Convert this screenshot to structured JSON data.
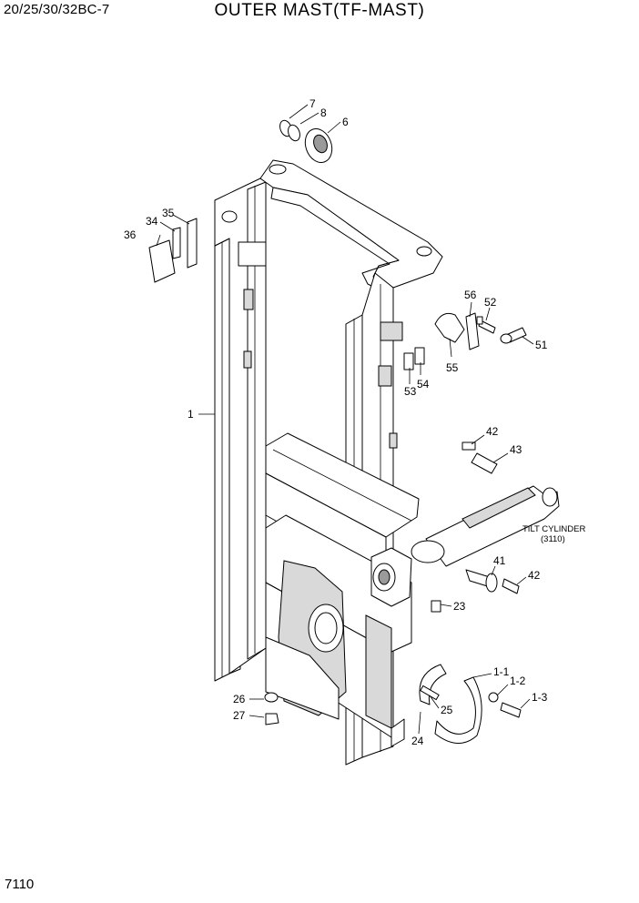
{
  "header": {
    "model": "20/25/30/32BC-7",
    "title": "OUTER MAST(TF-MAST)"
  },
  "footer": {
    "page_number": "7110"
  },
  "callouts": [
    {
      "id": "c1",
      "label": "1"
    },
    {
      "id": "c6",
      "label": "6"
    },
    {
      "id": "c7",
      "label": "7"
    },
    {
      "id": "c8",
      "label": "8"
    },
    {
      "id": "c23",
      "label": "23"
    },
    {
      "id": "c24",
      "label": "24"
    },
    {
      "id": "c25",
      "label": "25"
    },
    {
      "id": "c26",
      "label": "26"
    },
    {
      "id": "c27",
      "label": "27"
    },
    {
      "id": "c34",
      "label": "34"
    },
    {
      "id": "c35",
      "label": "35"
    },
    {
      "id": "c36",
      "label": "36"
    },
    {
      "id": "c41",
      "label": "41"
    },
    {
      "id": "c42a",
      "label": "42"
    },
    {
      "id": "c42b",
      "label": "42"
    },
    {
      "id": "c43",
      "label": "43"
    },
    {
      "id": "c51",
      "label": "51"
    },
    {
      "id": "c52",
      "label": "52"
    },
    {
      "id": "c53",
      "label": "53"
    },
    {
      "id": "c54",
      "label": "54"
    },
    {
      "id": "c55",
      "label": "55"
    },
    {
      "id": "c56",
      "label": "56"
    },
    {
      "id": "c1_1",
      "label": "1-1"
    },
    {
      "id": "c1_2",
      "label": "1-2"
    },
    {
      "id": "c1_3",
      "label": "1-3"
    }
  ],
  "reference_note": {
    "name": "TILT CYLINDER",
    "ref": "(3110)"
  }
}
